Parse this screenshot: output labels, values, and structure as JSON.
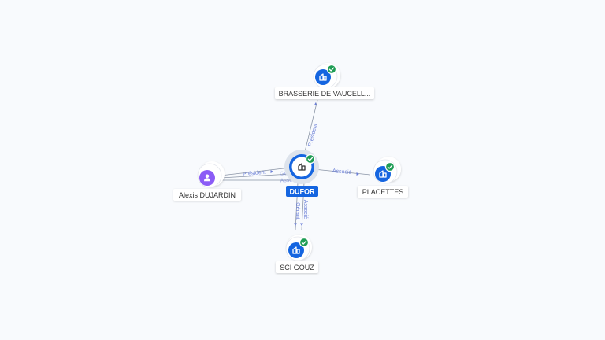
{
  "colors": {
    "background": "#f8fafd",
    "company_blue": "#1565e0",
    "person_purple": "#8b5cf6",
    "verified_green": "#1f9d55",
    "edge": "#8a94a6",
    "edge_label": "#6b7fd7"
  },
  "center": {
    "label": "DUFOR",
    "icon": "building-icon",
    "verified": true
  },
  "nodes": {
    "brasserie": {
      "label": "BRASSERIE DE VAUCELL...",
      "icon": "building-icon",
      "verified": true
    },
    "placettes": {
      "label": "PLACETTES",
      "icon": "building-icon",
      "verified": true
    },
    "sci_gouz": {
      "label": "SCI GOUZ",
      "icon": "building-icon",
      "verified": true
    },
    "alexis": {
      "label": "Alexis DUJARDIN",
      "icon": "person-icon",
      "verified": false
    }
  },
  "edges": {
    "to_brasserie": "Président",
    "to_placettes": "Associé",
    "to_sci_gouz_1": "Gérant",
    "to_sci_gouz_2": "Associé",
    "from_alexis_1": "Président",
    "from_alexis_2": "Associé",
    "from_alexis_3": "Gérant"
  }
}
